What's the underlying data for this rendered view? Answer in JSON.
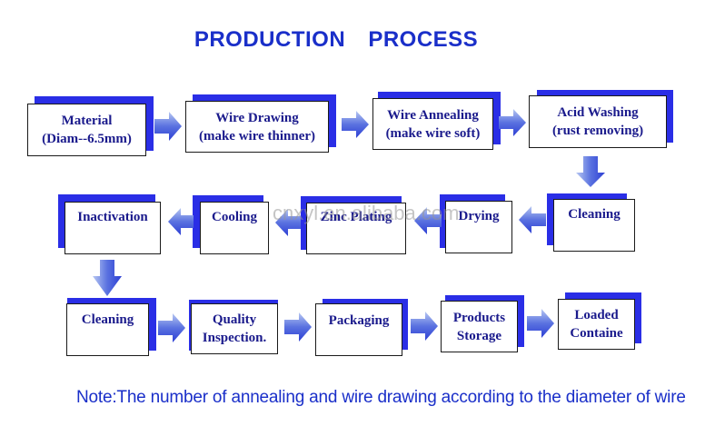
{
  "title": "PRODUCTION    PROCESS",
  "steps": {
    "material": {
      "line1": "Material",
      "line2": "(Diam--6.5mm)"
    },
    "wire_drawing": {
      "line1": "Wire Drawing",
      "line2": "(make wire thinner)"
    },
    "wire_annealing": {
      "line1": "Wire Annealing",
      "line2": "(make wire soft)"
    },
    "acid_washing": {
      "line1": "Acid Washing",
      "line2": "(rust removing)"
    },
    "cleaning_1": {
      "line1": "Cleaning"
    },
    "drying": {
      "line1": "Drying"
    },
    "zinc_plating": {
      "line1": "Zinc Plating"
    },
    "cooling": {
      "line1": "Cooling"
    },
    "inactivation": {
      "line1": "Inactivation"
    },
    "cleaning_2": {
      "line1": "Cleaning"
    },
    "quality_inspection": {
      "line1": "Quality",
      "line2": "Inspection."
    },
    "packaging": {
      "line1": "Packaging"
    },
    "products_storage": {
      "line1": "Products",
      "line2": "Storage"
    },
    "loaded_container": {
      "line1": "Loaded",
      "line2": "Containe"
    }
  },
  "watermark": "cnxyl.en.alibaba.com",
  "note": "Note:The number of annealing and wire drawing according to the diameter of wire",
  "colors": {
    "accent_blue": "#2a2ee6",
    "title_blue": "#1a2fc9",
    "arrow_light": "#9fb6ee",
    "arrow_dark": "#2d3fd4"
  }
}
